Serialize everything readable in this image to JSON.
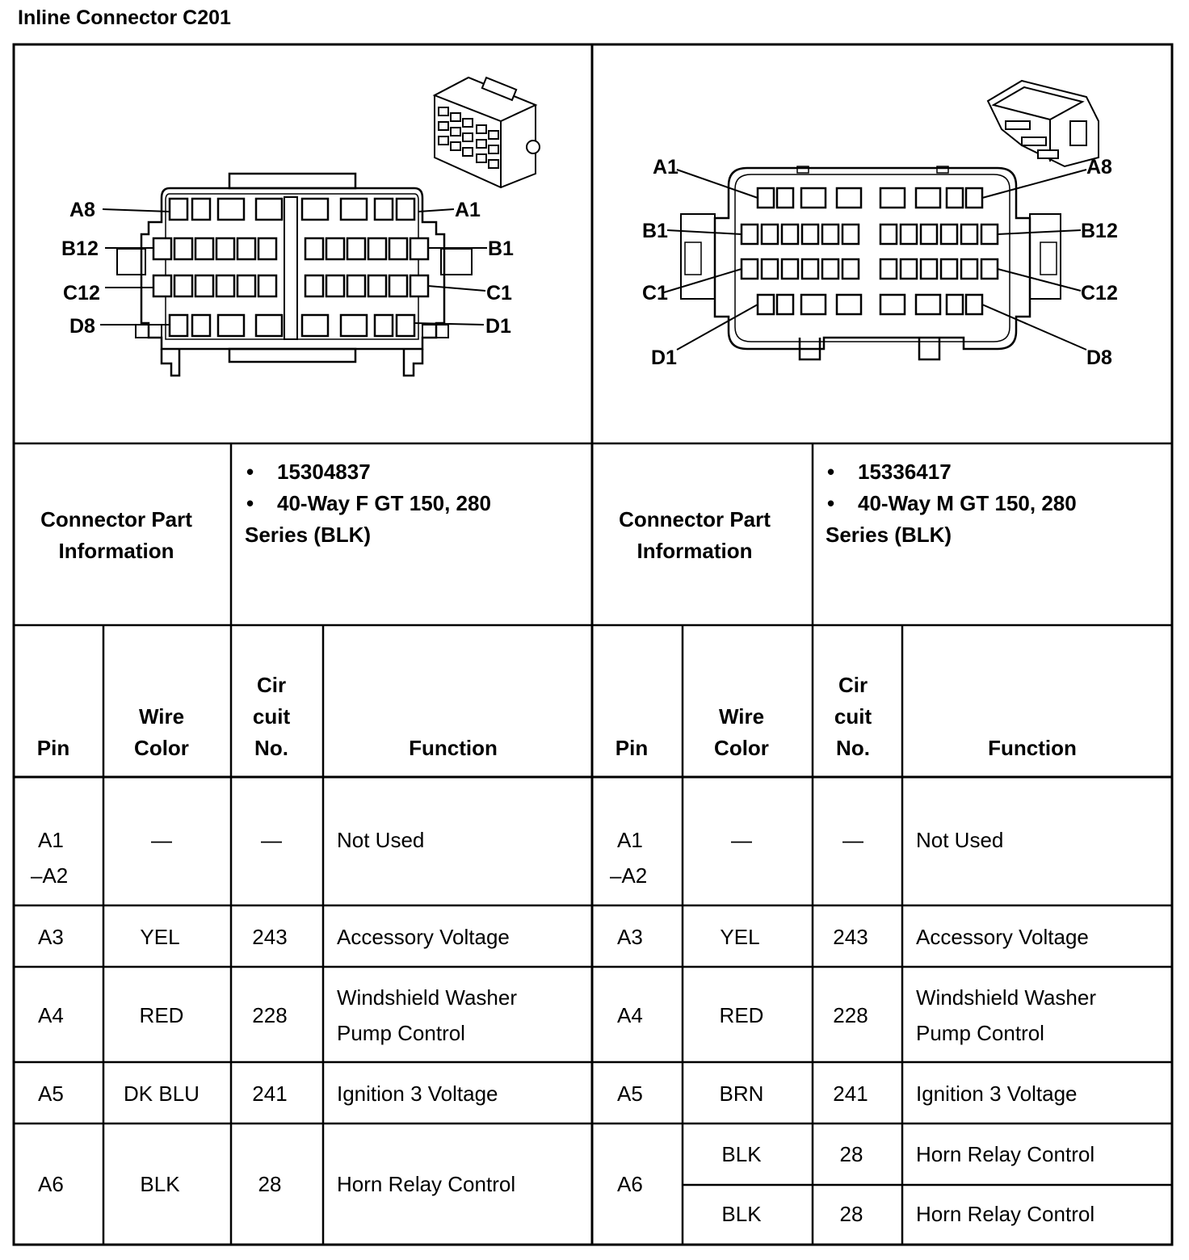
{
  "page": {
    "title": "Inline Connector C201"
  },
  "left_diagram": {
    "labels": {
      "a_end": "A8",
      "a_start": "A1",
      "b_end": "B12",
      "b_start": "B1",
      "c_end": "C12",
      "c_start": "C1",
      "d_end": "D8",
      "d_start": "D1"
    }
  },
  "right_diagram": {
    "labels": {
      "a_start": "A1",
      "a_end": "A8",
      "b_start": "B1",
      "b_end": "B12",
      "c_start": "C1",
      "c_end": "C12",
      "d_start": "D1",
      "d_end": "D8"
    }
  },
  "left_part": {
    "header": [
      "Connector Part",
      "Information"
    ],
    "bullets": [
      "15304837",
      "40-Way F GT 150, 280"
    ],
    "continuation": "Series (BLK)"
  },
  "right_part": {
    "header": [
      "Connector Part",
      "Information"
    ],
    "bullets": [
      "15336417",
      "40-Way M GT 150, 280"
    ],
    "continuation": "Series (BLK)"
  },
  "columns": {
    "pin": "Pin",
    "wire": [
      "Wire",
      "Color"
    ],
    "circuit": [
      "Cir",
      "cuit",
      "No."
    ],
    "function": "Function"
  },
  "left_rows": [
    {
      "pin": [
        "A1",
        "–A2"
      ],
      "wire": "—",
      "circuit": "—",
      "function": [
        "Not Used"
      ]
    },
    {
      "pin": [
        "A3"
      ],
      "wire": "YEL",
      "circuit": "243",
      "function": [
        "Accessory Voltage"
      ]
    },
    {
      "pin": [
        "A4"
      ],
      "wire": "RED",
      "circuit": "228",
      "function": [
        "Windshield Washer",
        "Pump Control"
      ]
    },
    {
      "pin": [
        "A5"
      ],
      "wire": "DK BLU",
      "circuit": "241",
      "function": [
        "Ignition 3 Voltage"
      ]
    },
    {
      "pin": [
        "A6"
      ],
      "wire": "BLK",
      "circuit": "28",
      "function": [
        "Horn Relay Control"
      ]
    }
  ],
  "right_rows": [
    {
      "pin": [
        "A1",
        "–A2"
      ],
      "wire": "—",
      "circuit": "—",
      "function": [
        "Not Used"
      ]
    },
    {
      "pin": [
        "A3"
      ],
      "wire": "YEL",
      "circuit": "243",
      "function": [
        "Accessory Voltage"
      ]
    },
    {
      "pin": [
        "A4"
      ],
      "wire": "RED",
      "circuit": "228",
      "function": [
        "Windshield Washer",
        "Pump Control"
      ]
    },
    {
      "pin": [
        "A5"
      ],
      "wire": "BRN",
      "circuit": "241",
      "function": [
        "Ignition 3 Voltage"
      ]
    },
    {
      "pin": [
        "A6"
      ],
      "wire": "BLK",
      "circuit": "28",
      "function": [
        "Horn Relay Control"
      ]
    },
    {
      "pin": [],
      "wire": "BLK",
      "circuit": "28",
      "function": [
        "Horn Relay Control"
      ]
    }
  ]
}
